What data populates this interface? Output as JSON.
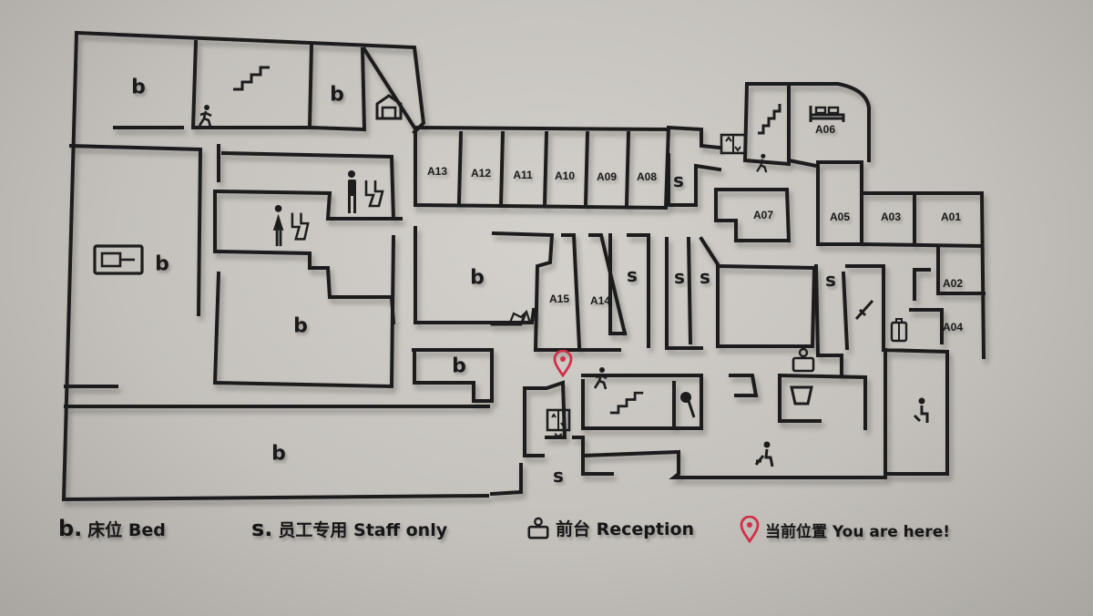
{
  "map": {
    "room_labels": [
      "A13",
      "A12",
      "A11",
      "A10",
      "A09",
      "A08",
      "A07",
      "A06",
      "A05",
      "A03",
      "A01",
      "A02",
      "A04",
      "A15",
      "A14"
    ],
    "bed_symbol": "b",
    "staff_symbol": "s"
  },
  "legend": {
    "bed": {
      "key": "b.",
      "text": "床位 Bed"
    },
    "staff": {
      "key": "s.",
      "text": "员工专用 Staff only"
    },
    "reception": {
      "text": "前台 Reception"
    },
    "here": {
      "text": "当前位置 You are here!",
      "color": "#d32f4a"
    }
  },
  "icons": [
    "stairs-icon",
    "walking-person-icon",
    "reception-icon",
    "toilet-icon",
    "elevator-icon",
    "bed-icon",
    "microphone-icon",
    "mug-icon",
    "diner-icon",
    "luggage-icon",
    "sofa-icon",
    "person-sitting-icon",
    "you-are-here-pin-icon"
  ]
}
